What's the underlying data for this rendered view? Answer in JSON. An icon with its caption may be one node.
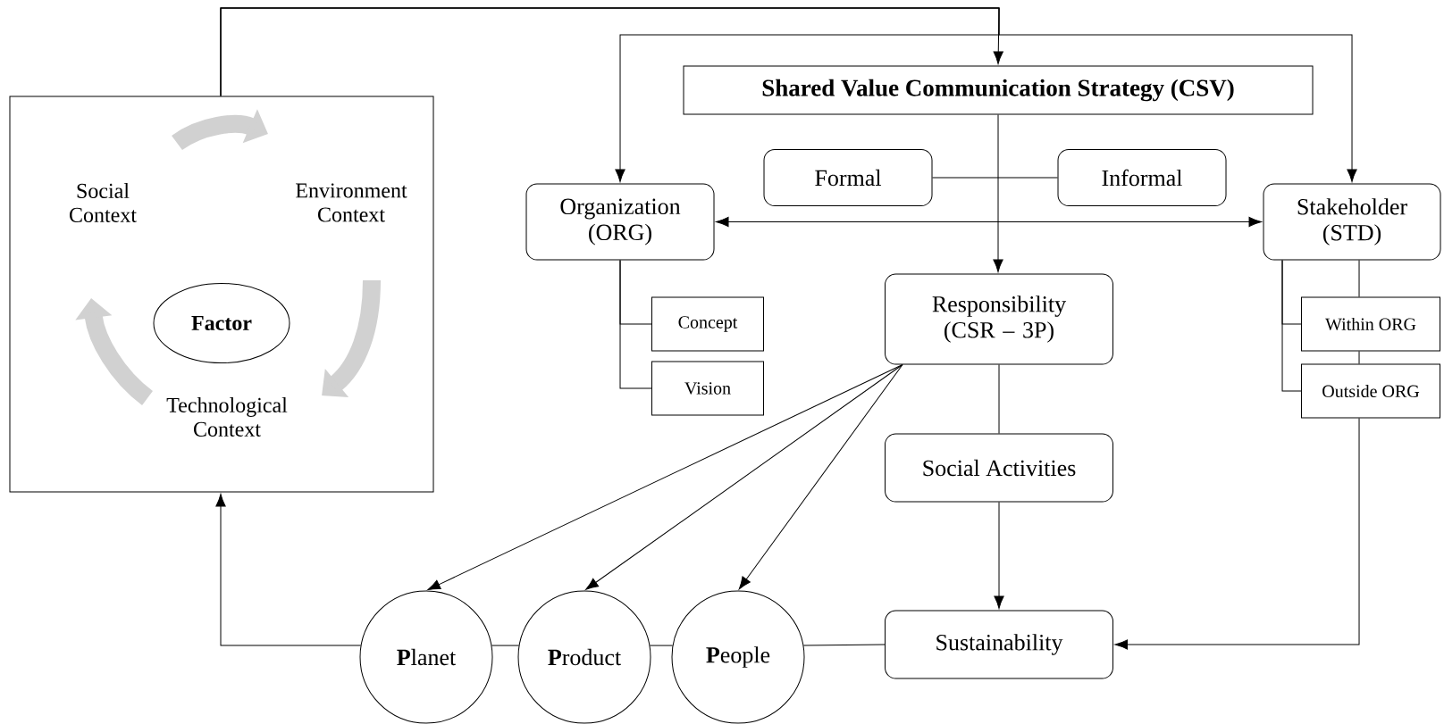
{
  "diagram": {
    "nodes": [
      {
        "text": [],
        "shape": "box"
      },
      {
        "text": [
          "Factor"
        ],
        "in": 0
      },
      {
        "text": [
          "Shared Value Communication Strategy (CSV)"
        ]
      },
      {
        "text": [
          "Formal"
        ]
      },
      {
        "text": [
          "Informal"
        ]
      },
      {
        "text": [
          "Organization (ORG)"
        ]
      },
      {
        "text": [
          "Stakeholder (STD)"
        ]
      },
      {
        "text": [
          "Responsibility (CSR – 3P)"
        ]
      },
      {
        "text": [
          "Concept"
        ]
      },
      {
        "text": [
          "Vision"
        ]
      },
      {
        "text": [
          "Within ORG"
        ]
      },
      {
        "text": [
          "Outside ORG"
        ]
      },
      {
        "text": [
          "Social Activities"
        ]
      },
      {
        "text": [
          "**P**lanet"
        ]
      },
      {
        "text": [
          "**P**roduct"
        ]
      },
      {
        "text": [
          "**P**eople"
        ]
      },
      {
        "text": [
          "Sustainability"
        ]
      }
    ],
    "edges": [
      {
        "from": 0,
        "to": 2,
        "arrow": "to"
      },
      {
        "from": 0,
        "to": 5,
        "arrow": "to"
      },
      {
        "from": 0,
        "to": 6,
        "arrow": "to"
      },
      {
        "from": 3,
        "to": 4,
        "arrow": "none"
      },
      {
        "from": 5,
        "to": 6,
        "arrow": "both"
      },
      {
        "from": 2,
        "to": 7,
        "arrow": "to"
      },
      {
        "from": 5,
        "to": 8,
        "arrow": "none"
      },
      {
        "from": 5,
        "to": 9,
        "arrow": "none"
      },
      {
        "from": 6,
        "to": 10,
        "arrow": "none"
      },
      {
        "from": 6,
        "to": 11,
        "arrow": "none"
      },
      {
        "from": 6,
        "to": 10,
        "arrow": "none"
      },
      {
        "from": 10,
        "to": 11,
        "arrow": "none"
      },
      {
        "from": 11,
        "to": 16,
        "arrow": "to"
      },
      {
        "from": 7,
        "to": 12,
        "arrow": "none"
      },
      {
        "from": 12,
        "to": 16,
        "arrow": "to"
      },
      {
        "from": 7,
        "to": 13,
        "arrow": "to"
      },
      {
        "from": 7,
        "to": 14,
        "arrow": "to"
      },
      {
        "from": 7,
        "to": 15,
        "arrow": "to"
      },
      {
        "from": 13,
        "to": 14,
        "arrow": "none"
      },
      {
        "from": 14,
        "to": 15,
        "arrow": "none"
      },
      {
        "from": 15,
        "to": 16,
        "arrow": "none"
      },
      {
        "from": 13,
        "to": 0,
        "arrow": "to"
      }
    ],
    "labels": [
      "Social Context",
      "Environment Context",
      "Technological Context"
    ]
  }
}
